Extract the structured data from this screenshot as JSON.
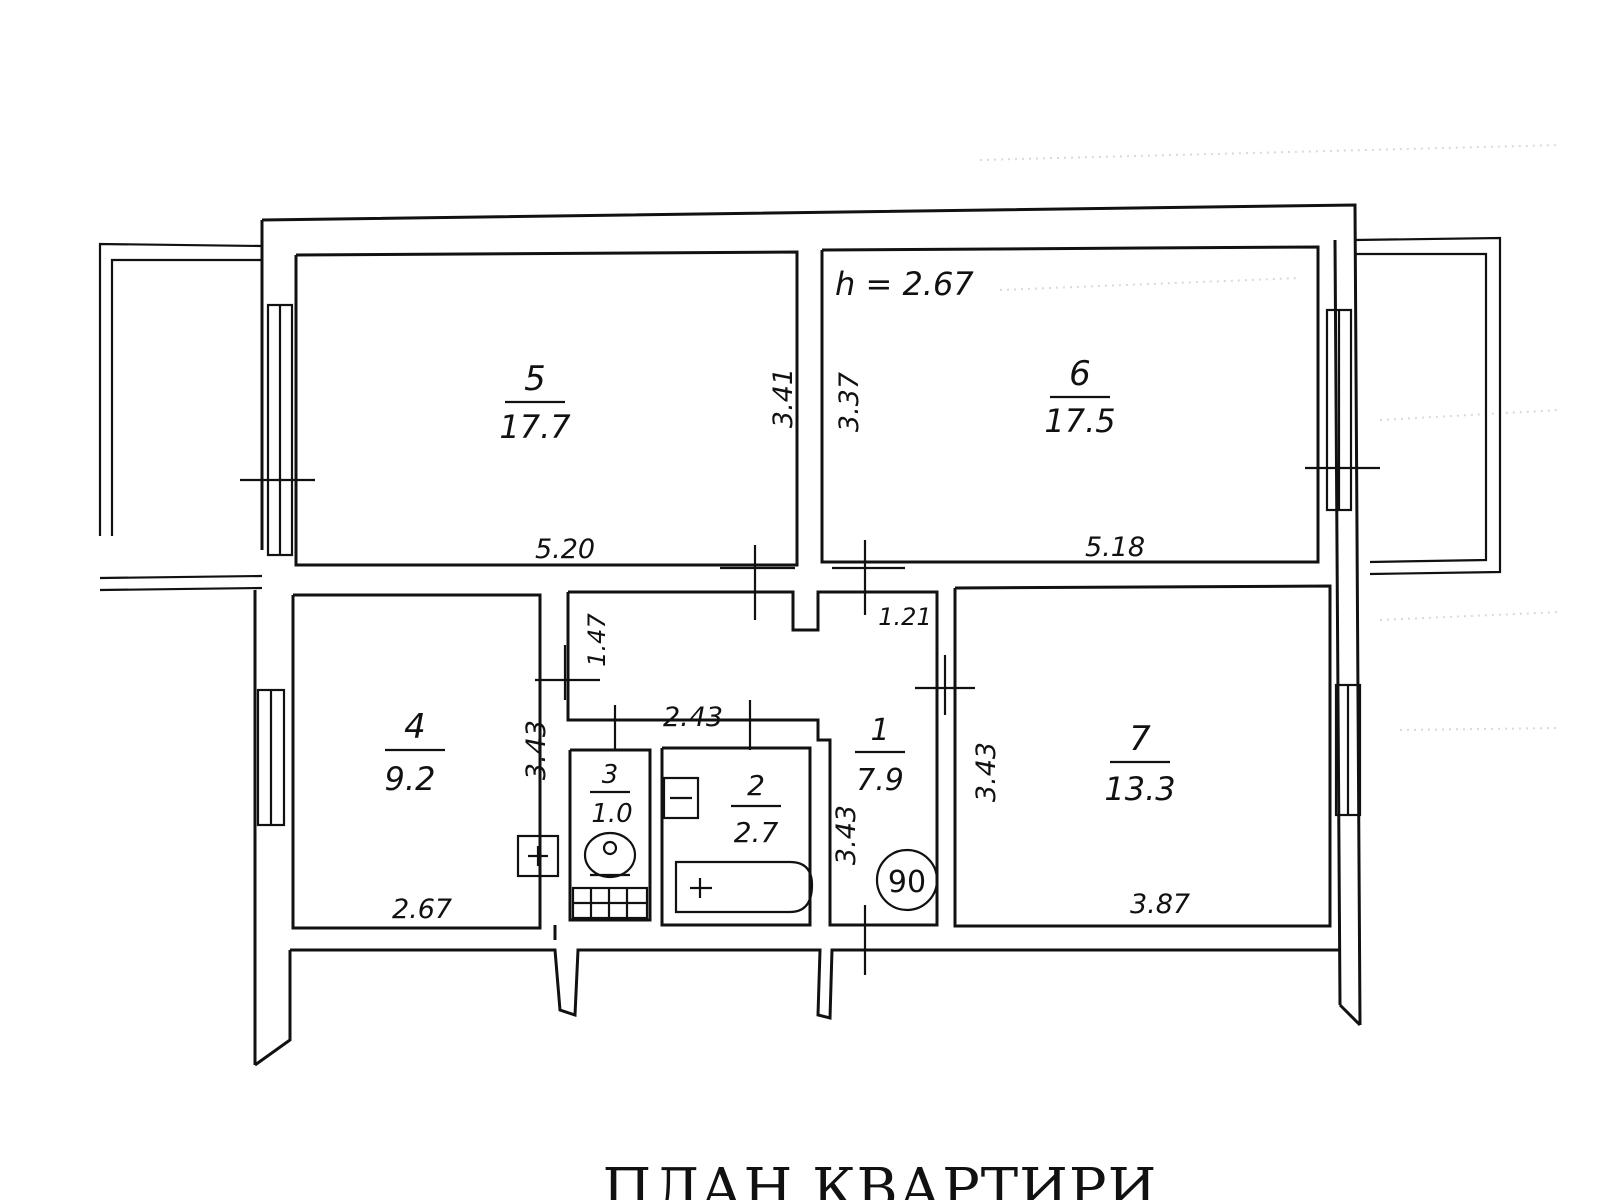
{
  "title": "ПЛАН КВАРТИРИ",
  "ceiling_height": "h = 2.67",
  "flat_number": "90",
  "rooms": [
    {
      "id": "room-5",
      "number": "5",
      "area": "17.7"
    },
    {
      "id": "room-6",
      "number": "6",
      "area": "17.5"
    },
    {
      "id": "room-4",
      "number": "4",
      "area": "9.2"
    },
    {
      "id": "room-3",
      "number": "3",
      "area": "1.0"
    },
    {
      "id": "room-2",
      "number": "2",
      "area": "2.7"
    },
    {
      "id": "room-1",
      "number": "1",
      "area": "7.9"
    },
    {
      "id": "room-7",
      "number": "7",
      "area": "13.3"
    }
  ],
  "dimensions": [
    {
      "id": "dim-room5-depth",
      "text": "3.41"
    },
    {
      "id": "dim-room6-depth",
      "text": "3.37"
    },
    {
      "id": "dim-room5-width",
      "text": "5.20"
    },
    {
      "id": "dim-room6-width",
      "text": "5.18"
    },
    {
      "id": "dim-corridor-upper",
      "text": "1.47"
    },
    {
      "id": "dim-corridor-width",
      "text": "1.21"
    },
    {
      "id": "dim-bath-wall",
      "text": "2.43"
    },
    {
      "id": "dim-room4-depth",
      "text": "3.43"
    },
    {
      "id": "dim-hall-depth",
      "text": "3.43"
    },
    {
      "id": "dim-room7-depth",
      "text": "3.43"
    },
    {
      "id": "dim-room4-width",
      "text": "2.67"
    },
    {
      "id": "dim-room7-width",
      "text": "3.87"
    }
  ],
  "colors": {
    "ink": "#111111",
    "paper": "#ffffff"
  }
}
